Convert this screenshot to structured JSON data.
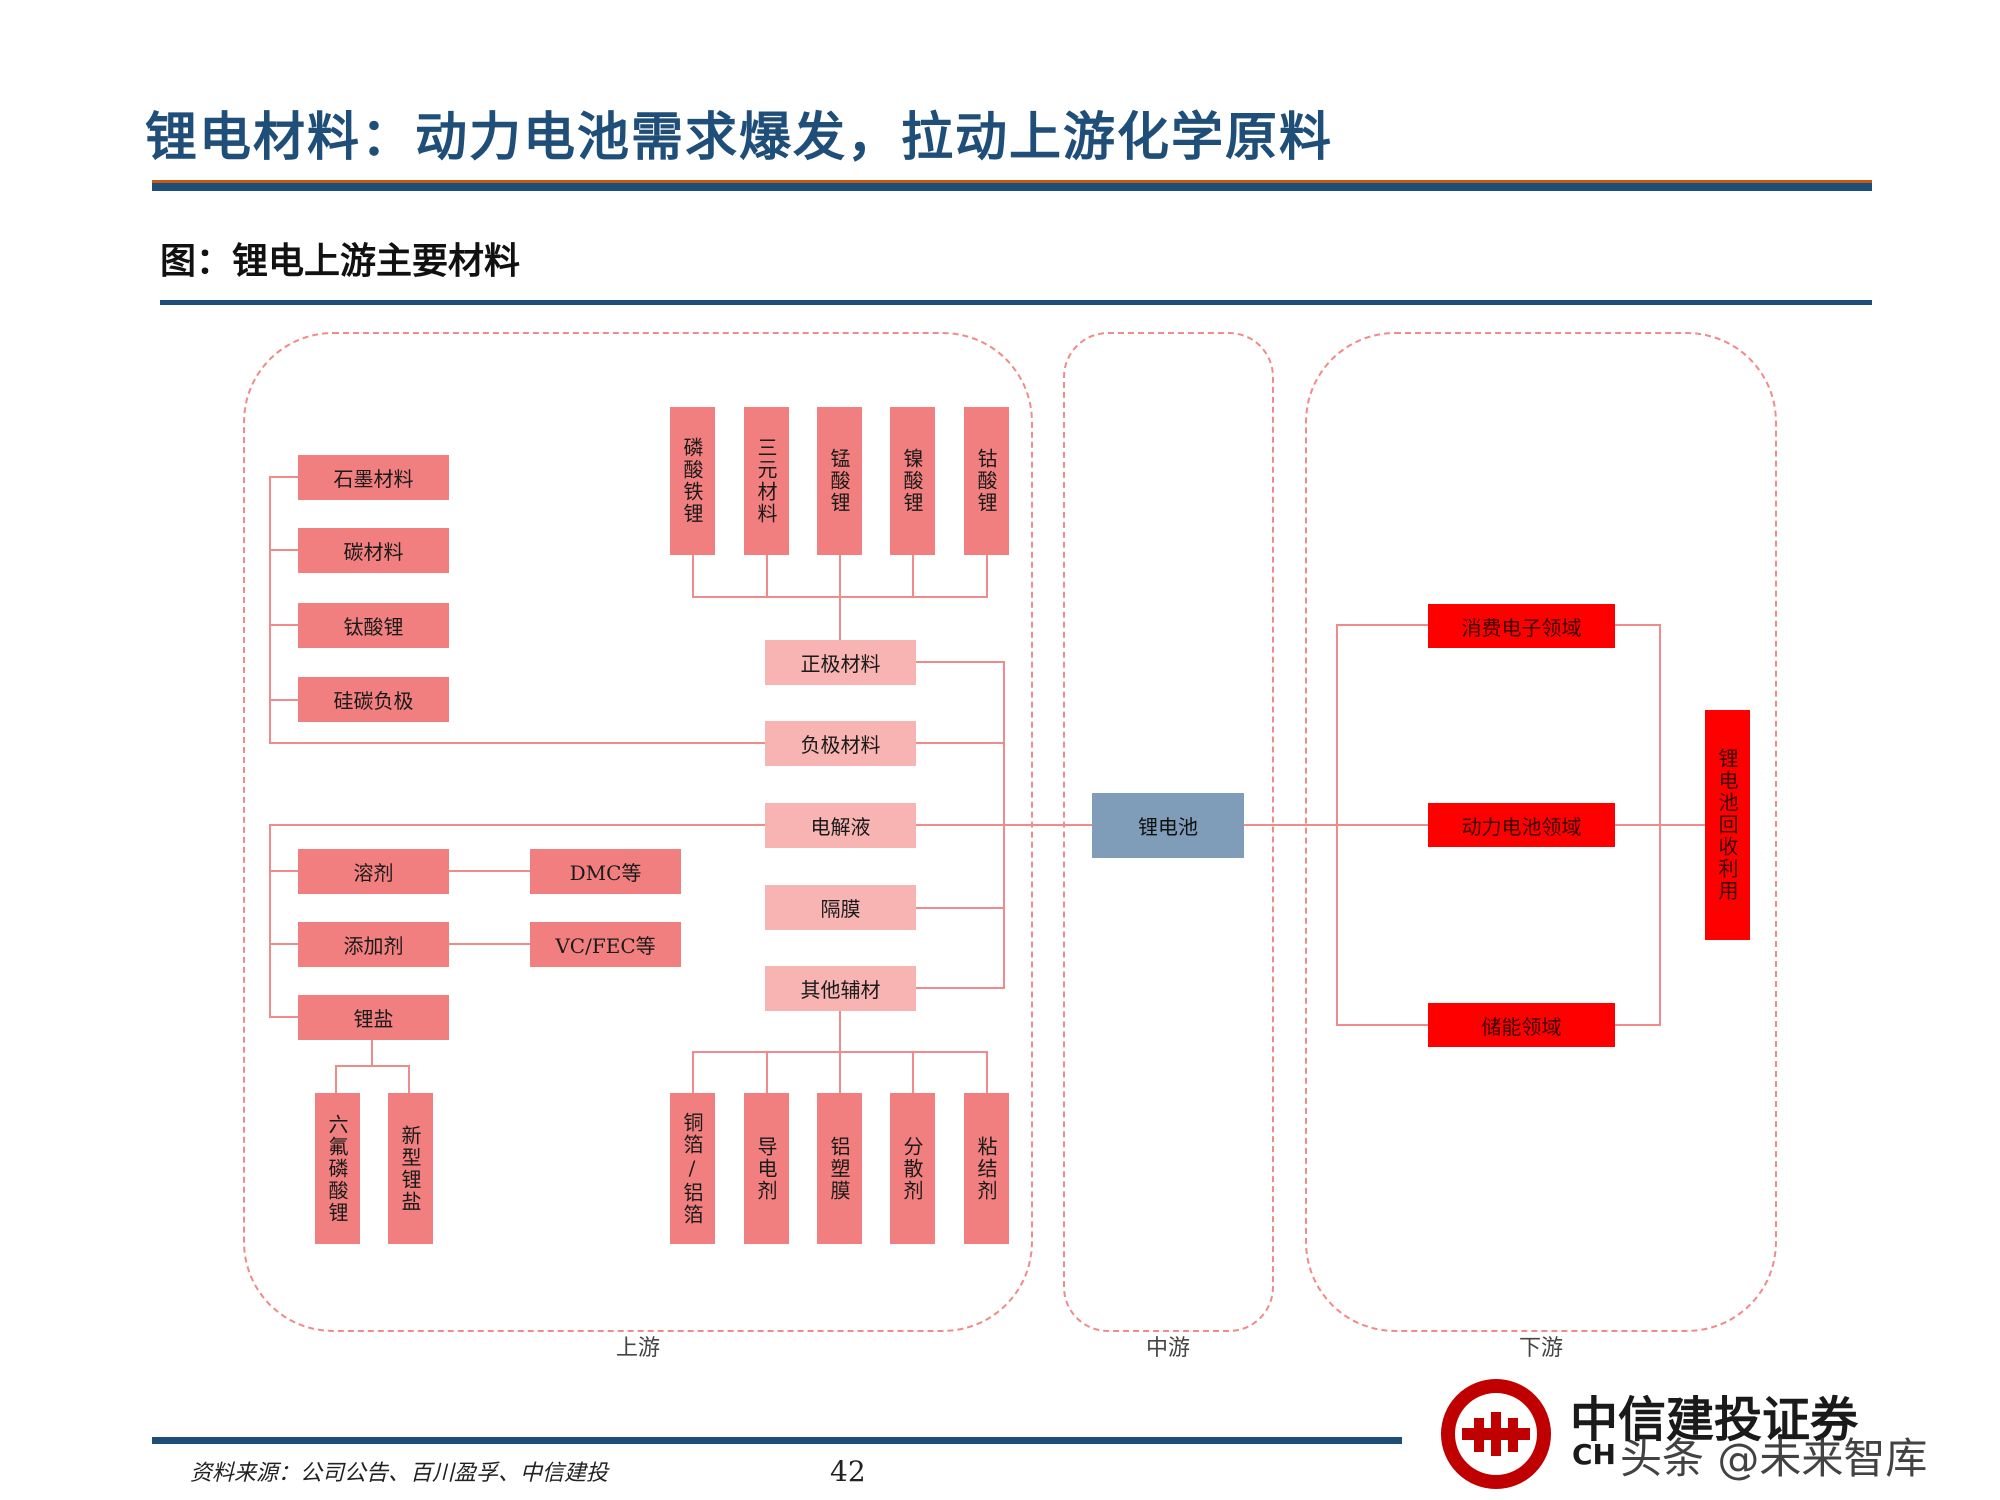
{
  "header": {
    "title": "锂电材料：动力电池需求爆发，拉动上游化学原料",
    "subtitle": "图：锂电上游主要材料"
  },
  "regions": {
    "upstream": "上游",
    "midstream": "中游",
    "downstream": "下游"
  },
  "anode_materials": [
    "石墨材料",
    "碳材料",
    "钛酸锂",
    "硅碳负极"
  ],
  "cathode_materials": [
    "磷酸铁锂",
    "三元材料",
    "锰酸锂",
    "镍酸锂",
    "钴酸锂"
  ],
  "components": [
    "正极材料",
    "负极材料",
    "电解液",
    "隔膜",
    "其他辅材"
  ],
  "electrolyte": {
    "solvent": "溶剂",
    "solvent_example": "DMC等",
    "additive": "添加剂",
    "additive_example": "VC/FEC等",
    "lithium_salt": "锂盐",
    "salts": [
      "六氟磷酸锂",
      "新型锂盐"
    ]
  },
  "auxiliary_materials": [
    "铜箔/铝箔",
    "导电剂",
    "铝塑膜",
    "分散剂",
    "粘结剂"
  ],
  "midstream_node": "锂电池",
  "applications": [
    "消费电子领域",
    "动力电池领域",
    "储能领域"
  ],
  "recycling": "锂电池回收利用",
  "footer": {
    "source": "资料来源：公司公告、百川盈孚、中信建投",
    "page_number": "42"
  },
  "logo": {
    "name": "中信建投证券",
    "sub": "CH"
  },
  "watermark": "头条 @未来智库",
  "colors": {
    "title_blue": "#1f4e79",
    "box_dark": "#f27f7f",
    "box_light": "#f8b3b3",
    "application_red": "#ff0000",
    "battery_blue": "#7f9db9",
    "line": "#f08b8b"
  }
}
